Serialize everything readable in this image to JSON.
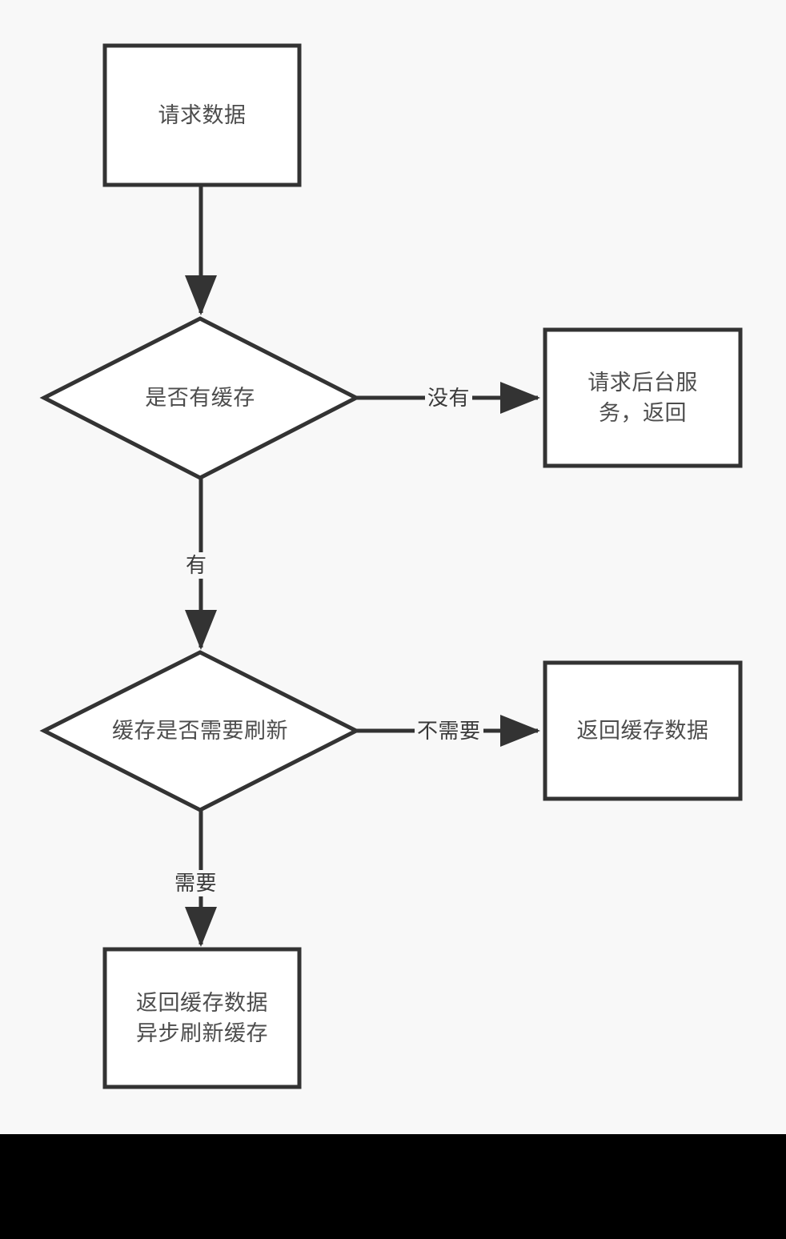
{
  "diagram": {
    "kind": "flowchart",
    "orientation": "top-down",
    "background_color": "#f8f8f8",
    "band_color": "#000000",
    "stroke_color": "#333333",
    "node_fill": "#ffffff",
    "text_color": "#4d4d4d",
    "nodes": [
      {
        "id": "request-data",
        "shape": "rectangle",
        "label": "请求数据"
      },
      {
        "id": "has-cache",
        "shape": "diamond",
        "label": "是否有缓存"
      },
      {
        "id": "request-backend",
        "shape": "rectangle",
        "label": "请求后台服\n务，返回"
      },
      {
        "id": "cache-needs-refresh",
        "shape": "diamond",
        "label": "缓存是否需要刷新"
      },
      {
        "id": "return-cache",
        "shape": "rectangle",
        "label": "返回缓存数据"
      },
      {
        "id": "return-cache-async-refresh",
        "shape": "rectangle",
        "label": "返回缓存数据\n异步刷新缓存"
      }
    ],
    "edges": [
      {
        "id": "edge-request-to-has-cache",
        "from": "request-data",
        "to": "has-cache",
        "label": ""
      },
      {
        "id": "edge-has-cache-no",
        "from": "has-cache",
        "to": "request-backend",
        "label": "没有"
      },
      {
        "id": "edge-has-cache-yes",
        "from": "has-cache",
        "to": "cache-needs-refresh",
        "label": "有"
      },
      {
        "id": "edge-no-refresh",
        "from": "cache-needs-refresh",
        "to": "return-cache",
        "label": "不需要"
      },
      {
        "id": "edge-needs-refresh",
        "from": "cache-needs-refresh",
        "to": "return-cache-async-refresh",
        "label": "需要"
      }
    ]
  }
}
